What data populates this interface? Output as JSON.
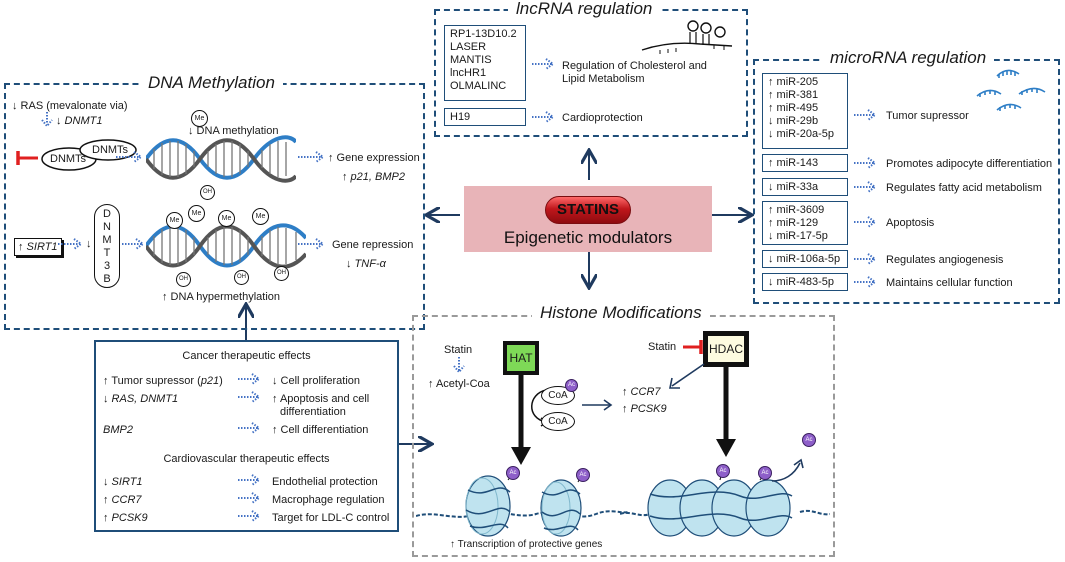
{
  "colors": {
    "navy": "#1f4e79",
    "grey": "#9a9a9a",
    "dot_blue": "#4472c4",
    "red": "#e02020",
    "pill_red": "#c0171c",
    "center_bg": "#e8b4b8",
    "hat_green": "#7ed957",
    "hdac_yellow": "#fdfbe0",
    "helix_blue": "#2e7ec6",
    "nucleosome": "#bfe3ef",
    "acetyl_purple": "#8e5fc9"
  },
  "icons": {
    "flow_arrow": "dotted-arrow-icon",
    "inhibitor": "t-bar-inhibition-icon"
  },
  "center": {
    "drug": "STATINS",
    "subtitle": "Epigenetic modulators"
  },
  "dna_methylation": {
    "title": "DNA Methylation",
    "ras": "↓ RAS (mevalonate via)",
    "dnmt1": "↓ DNMT1",
    "dnmts_a": "DNMTs",
    "dnmts_b": "DNMTs",
    "methylation": "↓ DNA methylation",
    "expression": "↑ Gene expression",
    "expression_genes": "↑ p21, BMP2",
    "sirt1": "↑ SIRT1",
    "down_arrow": "↓",
    "dnmt3b": [
      "D",
      "N",
      "M",
      "T",
      "3",
      "B"
    ],
    "repression": "Gene repression",
    "repression_genes": "↓ TNF-α",
    "hypermethylation": "↑ DNA hypermethylation",
    "me": "Me",
    "oh": "OH"
  },
  "lncrna": {
    "title": "lncRNA regulation",
    "genes": [
      "RP1-13D10.2",
      "LASER",
      "MANTIS",
      "lncHR1",
      "OLMALINC"
    ],
    "genes_effect": [
      "Regulation of Cholesterol and",
      "Lipid Metabolism"
    ],
    "h19": "H19",
    "h19_effect": "Cardioprotection"
  },
  "microrna": {
    "title": "microRNA regulation",
    "groups": [
      {
        "mirs": [
          "↑ miR-205",
          "↑ miR-381",
          "↑ miR-495",
          "↓ miR-29b",
          "↓ miR-20a-5p"
        ],
        "effect": "Tumor supressor"
      },
      {
        "mirs": [
          "↑ miR-143"
        ],
        "effect": "Promotes adipocyte differentiation"
      },
      {
        "mirs": [
          "↓ miR-33a"
        ],
        "effect": "Regulates fatty acid metabolism"
      },
      {
        "mirs": [
          "↑ miR-3609",
          "↑ miR-129",
          "↓ miR-17-5p"
        ],
        "effect": "Apoptosis"
      },
      {
        "mirs": [
          "↓ miR-106a-5p"
        ],
        "effect": "Regulates angiogenesis"
      },
      {
        "mirs": [
          "↓ miR-483-5p"
        ],
        "effect": "Maintains cellular function"
      }
    ]
  },
  "therapeutic": {
    "cancer_title": "Cancer therapeutic effects",
    "cancer": [
      {
        "cause": "↑ Tumor supressor (p21)",
        "effect": [
          "↓ Cell proliferation"
        ]
      },
      {
        "cause": "↓ RAS, DNMT1",
        "effect": [
          "↑ Apoptosis and cell",
          "differentiation"
        ]
      },
      {
        "cause": "BMP2",
        "effect": [
          "↑ Cell differentiation"
        ]
      }
    ],
    "cardio_title": "Cardiovascular therapeutic effects",
    "cardio": [
      {
        "cause": "↓ SIRT1",
        "effect": "Endothelial protection"
      },
      {
        "cause": "↑ CCR7",
        "effect": "Macrophage regulation"
      },
      {
        "cause": "↑ PCSK9",
        "effect": "Target for LDL-C control"
      }
    ]
  },
  "histone": {
    "title": "Histone Modifications",
    "statin_left": "Statin",
    "acetyl_coa": "↑ Acetyl-Coa",
    "hat": "HAT",
    "coa": "CoA",
    "ac": "Ac",
    "genes": [
      "↑ CCR7",
      "↑ PCSK9"
    ],
    "statin_right": "Statin",
    "hdac": "HDAC",
    "transcription": "↑ Transcription of protective genes"
  }
}
